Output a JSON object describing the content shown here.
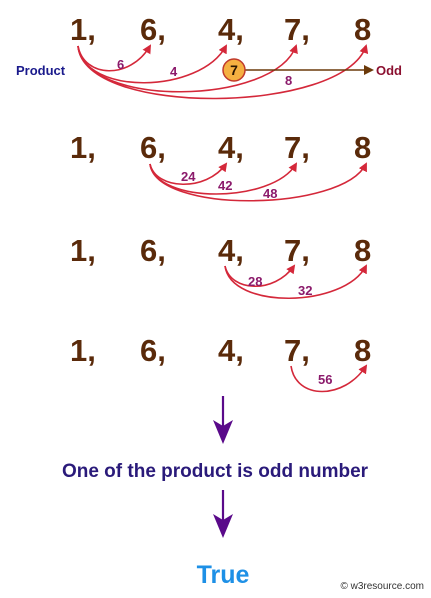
{
  "rows": [
    {
      "numbers": [
        "1,",
        "6,",
        "4,",
        "7,",
        "8"
      ],
      "source_index": 0,
      "products": [
        "6",
        "4",
        "7",
        "8"
      ],
      "highlighted_index": 2
    },
    {
      "numbers": [
        "1,",
        "6,",
        "4,",
        "7,",
        "8"
      ],
      "source_index": 1,
      "products": [
        "24",
        "42",
        "48"
      ]
    },
    {
      "numbers": [
        "1,",
        "6,",
        "4,",
        "7,",
        "8"
      ],
      "source_index": 2,
      "products": [
        "28",
        "32"
      ]
    },
    {
      "numbers": [
        "1,",
        "6,",
        "4,",
        "7,",
        "8"
      ],
      "source_index": 3,
      "products": [
        "56"
      ]
    }
  ],
  "labels": {
    "product": "Product",
    "odd": "Odd"
  },
  "conclusion": "One of the product is odd number",
  "result": "True",
  "credit": "© w3resource.com",
  "colors": {
    "number": "#5a2a0a",
    "arc": "#d4283a",
    "product_label": "#8b1a6b",
    "product_side_label": "#1a1a8c",
    "odd_label": "#8b1030",
    "odd_arrow": "#6b3a0a",
    "odd_circle": "#f5b041",
    "down_arrow": "#5a0a8a",
    "conclusion": "#2a1a7a",
    "result": "#1e90e6"
  },
  "icons": {
    "down_arrow": "down-arrow-icon",
    "copyright": "copyright-icon"
  }
}
